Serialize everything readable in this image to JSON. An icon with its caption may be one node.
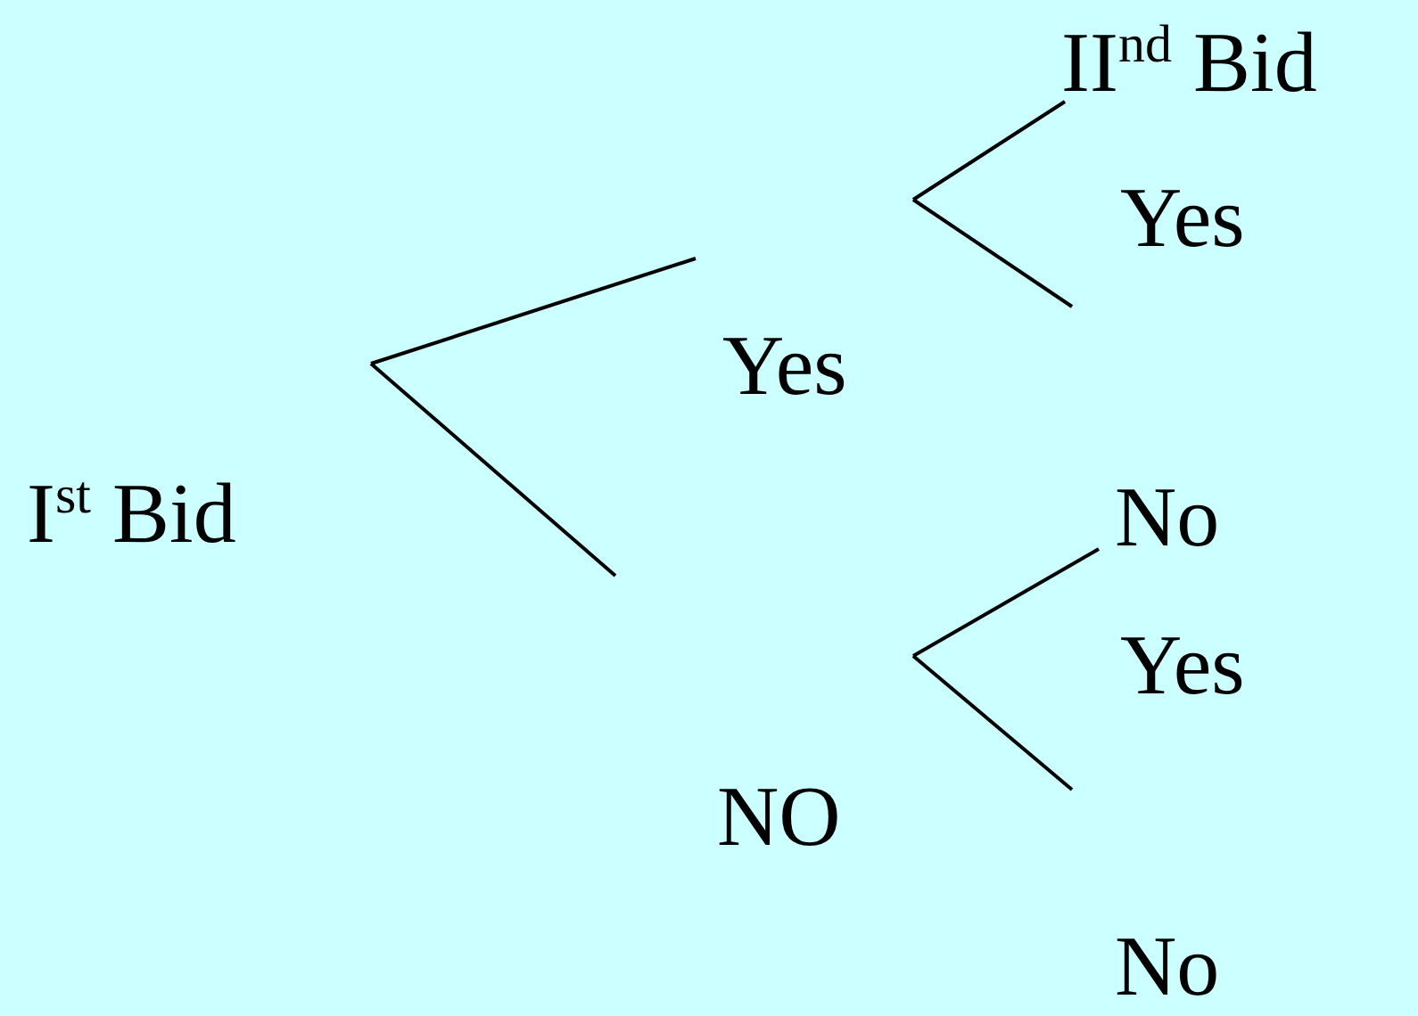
{
  "diagram": {
    "labels": [
      "II$^{nd}$ Bid",
      "Yes",
      "Yes",
      "I$^{st}$ Bid",
      "No",
      "Yes",
      "NO",
      "No"
    ]
  }
}
